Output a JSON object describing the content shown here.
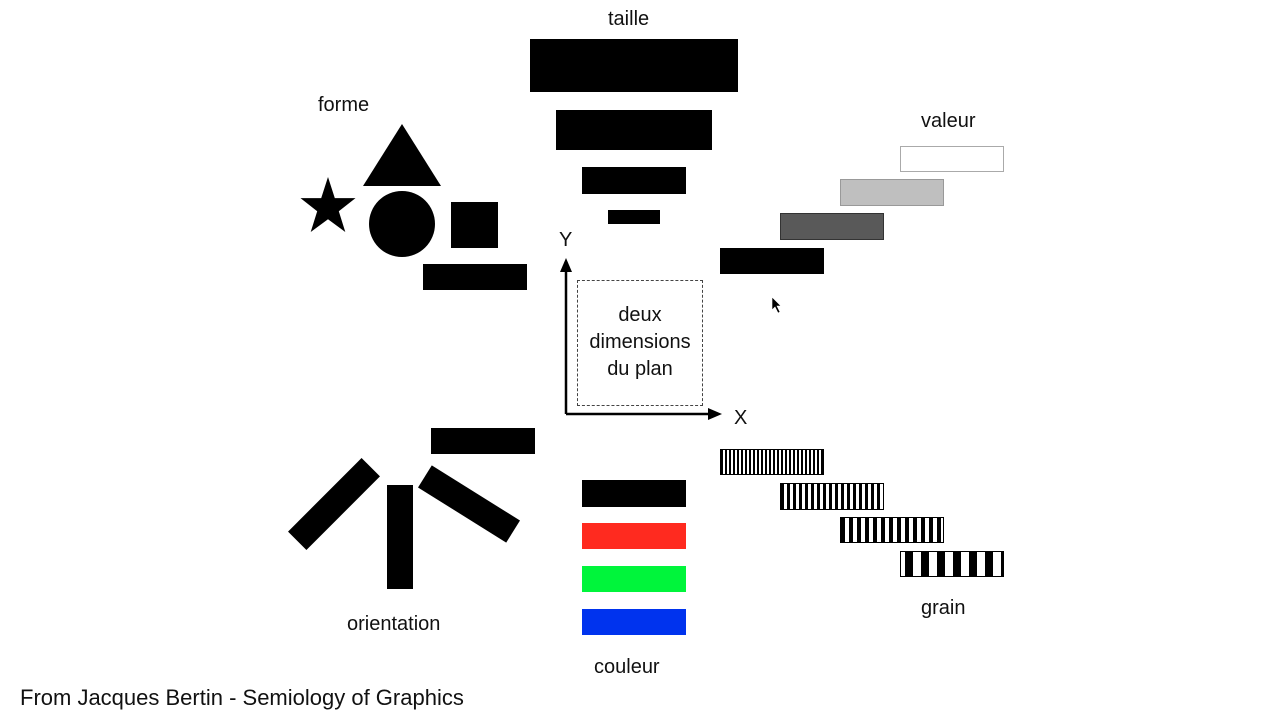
{
  "title": "",
  "variables": {
    "taille": "taille",
    "forme": "forme",
    "valeur": "valeur",
    "orientation": "orientation",
    "couleur": "couleur",
    "grain": "grain"
  },
  "axes": {
    "x": "X",
    "y": "Y"
  },
  "center_text": [
    "deux",
    "dimensions",
    "du plan"
  ],
  "valeur_colors": [
    "#000000",
    "#595959",
    "#bfbfbf",
    "#ffffff"
  ],
  "couleur_colors": [
    "#000000",
    "#ff2a1f",
    "#00f53b",
    "#0033ee"
  ],
  "forme_shapes": [
    "star-icon",
    "triangle-icon",
    "circle-icon",
    "square-icon",
    "rectangle-icon"
  ],
  "caption": "From Jacques Bertin - Semiology of Graphics"
}
